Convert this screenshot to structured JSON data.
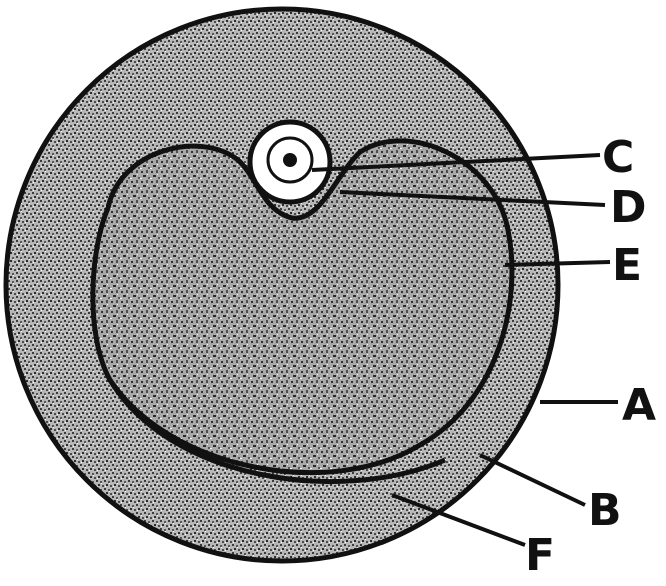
{
  "diagram": {
    "labels": {
      "A": "A",
      "B": "B",
      "C": "C",
      "D": "D",
      "E": "E",
      "F": "F"
    },
    "colors": {
      "ink": "#111111",
      "paper": "#ffffff",
      "texture_dark": "#3a3a3a",
      "texture_light": "#bdbdbd"
    }
  }
}
